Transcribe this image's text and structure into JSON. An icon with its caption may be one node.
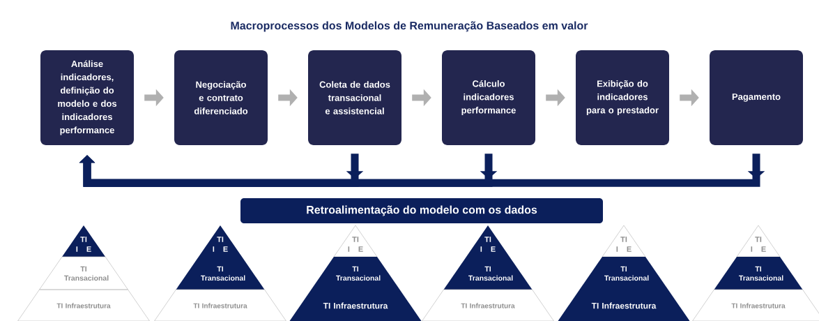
{
  "diagram": {
    "title": "Macroprocessos dos Modelos de Remuneração Baseados em valor",
    "nodes": [
      {
        "text": [
          "Análise indicadores, definição do modelo e dos indicadores performance"
        ]
      },
      {
        "text": [
          "Negociação e contrato diferenciado"
        ]
      },
      {
        "text": [
          "Coleta de dados transacional e assistencial"
        ]
      },
      {
        "text": [
          "Cálculo indicadores performance"
        ]
      },
      {
        "text": [
          "Exibição do indicadores para o prestador"
        ]
      },
      {
        "text": [
          "Pagamento"
        ]
      },
      {
        "text": [
          "Retroalimentação do modelo com os dados"
        ]
      },
      {
        "text": [
          "TI",
          "I",
          "E"
        ]
      },
      {
        "text": [
          "TI Transacional"
        ]
      },
      {
        "text": [
          "TI Infraestrutura"
        ]
      },
      {
        "text": [
          "TI",
          "I",
          "E"
        ]
      },
      {
        "text": [
          "TI Transacional"
        ]
      },
      {
        "text": [
          "TI Infraestrutura"
        ]
      },
      {
        "text": [
          "TI",
          "I",
          "E"
        ]
      },
      {
        "text": [
          "TI Transacional"
        ]
      },
      {
        "text": [
          "TI Infraestrutura"
        ]
      },
      {
        "text": [
          "TI",
          "I",
          "E"
        ]
      },
      {
        "text": [
          "TI Transacional"
        ]
      },
      {
        "text": [
          "TI Infraestrutura"
        ]
      },
      {
        "text": [
          "TI",
          "I",
          "E"
        ]
      },
      {
        "text": [
          "TI Transacional"
        ]
      },
      {
        "text": [
          "TI Infraestrutura"
        ]
      },
      {
        "text": [
          "TI",
          "I",
          "E"
        ]
      },
      {
        "text": [
          "TI Transacional"
        ]
      },
      {
        "text": [
          "TI Infraestrutura"
        ]
      }
    ],
    "edges": [
      {
        "from": 0,
        "to": 1,
        "arrow": "to"
      },
      {
        "from": 1,
        "to": 2,
        "arrow": "to"
      },
      {
        "from": 2,
        "to": 3,
        "arrow": "to"
      },
      {
        "from": 3,
        "to": 4,
        "arrow": "to"
      },
      {
        "from": 4,
        "to": 5,
        "arrow": "to"
      },
      {
        "from": 2,
        "to": 0,
        "arrow": "to",
        "color": "#0b1f5b"
      },
      {
        "from": 3,
        "to": 0,
        "arrow": "to",
        "color": "#0b1f5b"
      },
      {
        "from": 5,
        "to": 0,
        "arrow": "to",
        "color": "#0b1f5b"
      }
    ]
  }
}
